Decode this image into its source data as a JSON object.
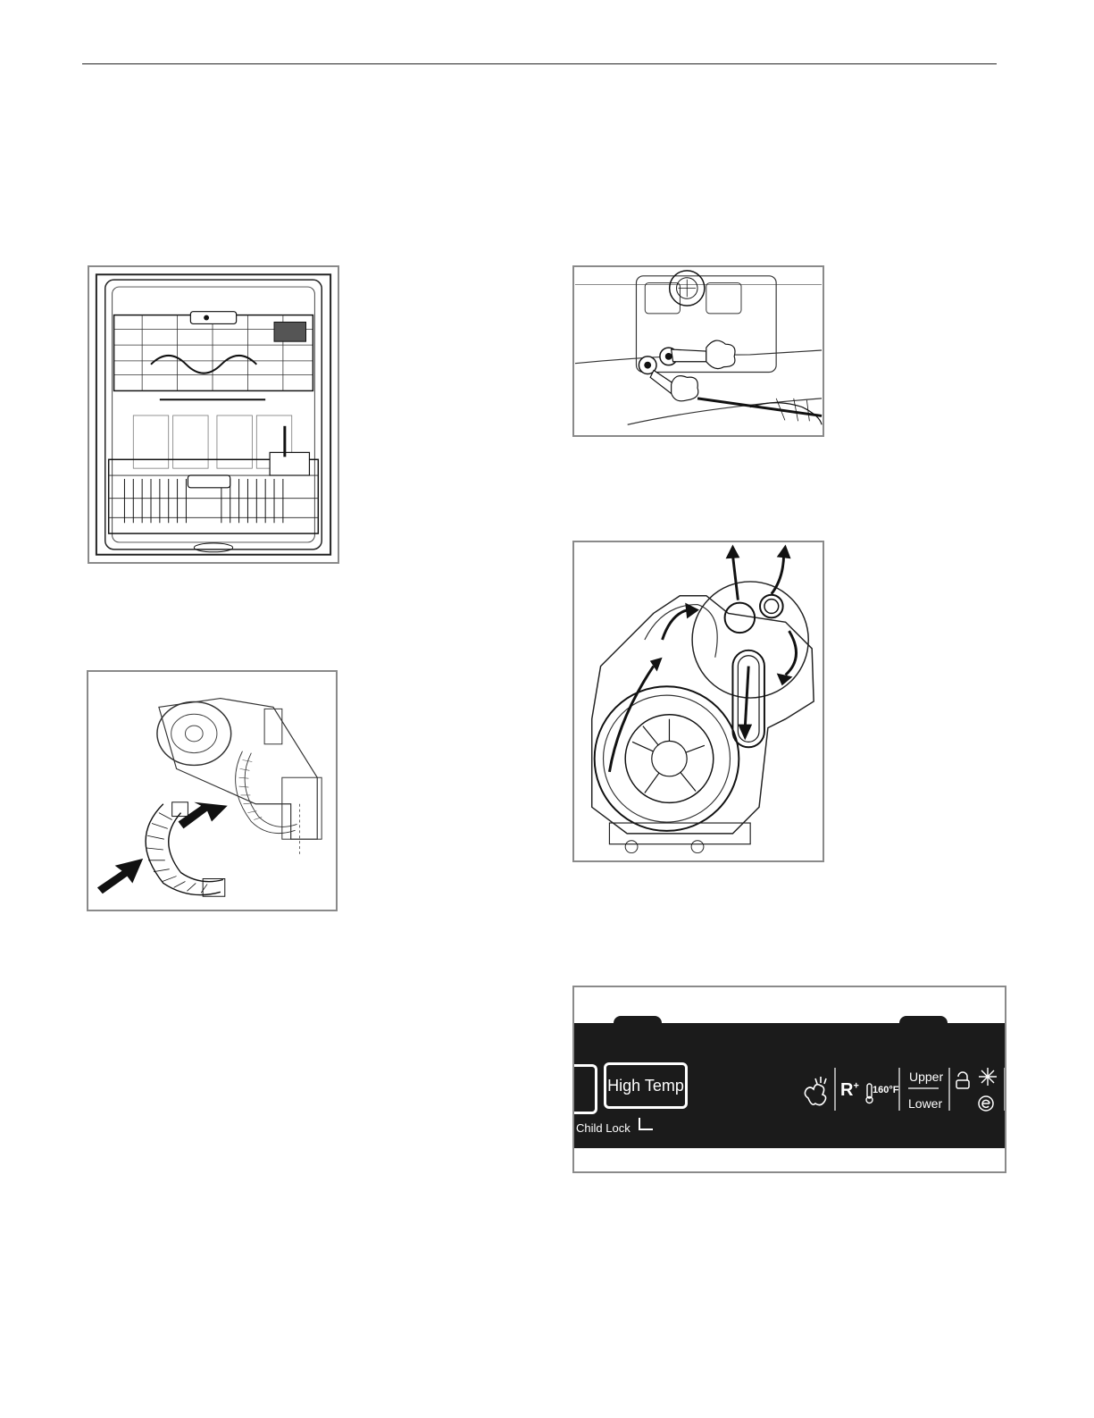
{
  "control_panel": {
    "high_temp_label": "High Temp",
    "child_lock_label": "Child Lock",
    "rinse_label": "R",
    "rinse_sup": "+",
    "temp_label": "160°F",
    "upper_label": "Upper",
    "lower_label": "Lower"
  },
  "icons": {
    "spray": "spray-icon",
    "rinse": "rinse-aid-icon",
    "thermometer": "thermometer-icon",
    "lock": "lock-icon",
    "sparkle": "sparkle-icon",
    "eco": "eco-icon"
  },
  "colors": {
    "panel_background": "#1b1b1b",
    "panel_text": "#ffffff",
    "frame_border": "#8a8a8a"
  }
}
